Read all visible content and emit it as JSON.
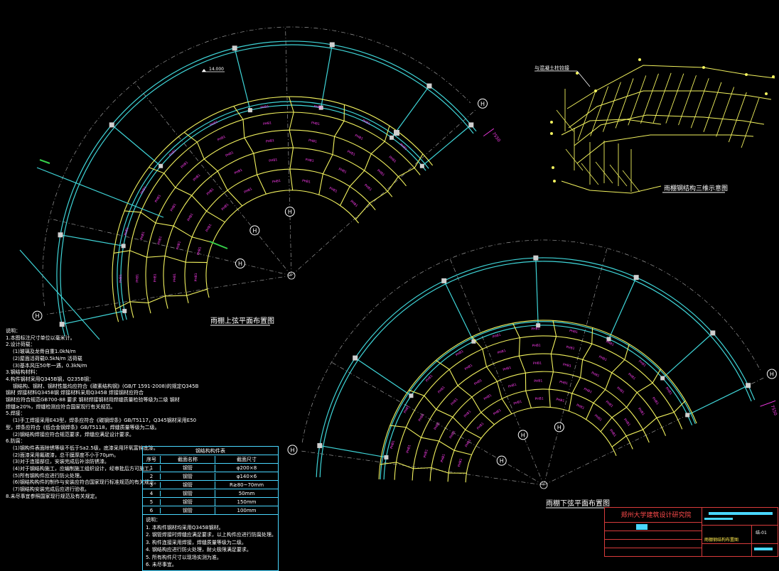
{
  "colors": {
    "background": "#000000",
    "cyan": "#3fd5d8",
    "yellow": "#f2f25e",
    "magenta": "#ff3cf0",
    "white": "#ffffff",
    "grey": "#9a9a9a",
    "red": "#d83b3b"
  },
  "plan_upper": {
    "title": "雨棚上弦平面布置图",
    "elevation_tag": "14.000",
    "dimension": "7550",
    "axis_label": "H",
    "member_tag": "PHB1"
  },
  "plan_lower": {
    "title": "雨棚下弦平面布置图",
    "dimension": "7550",
    "axis_label": "H"
  },
  "view3d": {
    "title": "雨棚钢结构三维示意图",
    "label": "与混凝土柱铰接"
  },
  "notes": {
    "heading": "说明：",
    "lines": [
      "1.本图标注尺寸单位以毫米计。",
      "2.设计荷载：",
      "(1)玻璃及龙骨自重1.0kN/m",
      "(2)屋面活荷载0.5kN/m 活荷载",
      "(3)基本风压50年一遇，0.3kN/m",
      "3.钢结构材料：",
      "4.构件钢材采用Q345B钢，Q235B钢：",
      "钢结构、钢材、钢材性能均应符合《碳素结构钢》(GB/T 1591-2008)的规定Q345B",
      "钢材 焊接材料Q345B钢 焊接材料采用Q345B 焊接钢材应符合",
      "钢材应符合规范GB700-88 要求 钢材焊接钢材用焊缝质量检验等级为二级 钢材",
      "焊缝≥20%，焊缝检测应符合国家现行有关规范。",
      "5.焊接：",
      "(1)手工焊接采用E43型，焊条应符合《碳钢焊条》GB/T5117，Q345钢材采用E50",
      "型，焊条应符合《低合金钢焊条》GB/T5118，焊缝质量等级为二级。",
      "(2)钢结构焊接应符合规范要求，焊缝应满足设计要求。",
      "6.防腐：",
      "(1)钢构件表面除锈等级不低于Sa2.5级，底漆采用环氧富锌底漆。",
      "(2)面漆采用氟碳漆，总干膜厚度不小于70μm。",
      "(3)对于连接部位，安装完成后补涂防锈漆。",
      "(4)对于钢结构施工，应编制施工组织设计，经审批后方可施工。",
      "(5)所有钢构件应进行防火处理。",
      "(6)钢结构构件的制作与安装应符合国家现行标准规范的有关规定。",
      "(7)钢结构安装完成后应进行验收。",
      "8.未尽事宜参照国家现行规范及有关规定。"
    ]
  },
  "member_table": {
    "title": "钢结构构件表",
    "headers": [
      "序号",
      "截面名称",
      "截面尺寸"
    ],
    "rows": [
      [
        "1",
        "钢管",
        "φ200×8"
      ],
      [
        "2",
        "钢管",
        "φ140×6"
      ],
      [
        "3",
        "钢管",
        "R≥80~70mm"
      ],
      [
        "4",
        "钢管",
        "50mm"
      ],
      [
        "5",
        "钢管",
        "150mm"
      ],
      [
        "6",
        "钢管",
        "100mm"
      ]
    ],
    "notes_heading": "说明：",
    "notes": [
      "1. 本构件钢材均采用Q345B钢材。",
      "2. 钢管焊接时焊缝应满足要求，以上构件应进行防腐处理。",
      "3. 构件连接采用焊接，焊缝质量等级为二级。",
      "4. 钢结构应进行防火处理，耐火极限满足要求。",
      "5. 所有构件尺寸以现场实测为准。",
      "6. 未尽事宜。"
    ]
  },
  "title_block": {
    "institute": "郑州大学建筑设计研究院",
    "drawing_title": "雨棚钢结构布置图",
    "drawing_no": "结-01"
  }
}
